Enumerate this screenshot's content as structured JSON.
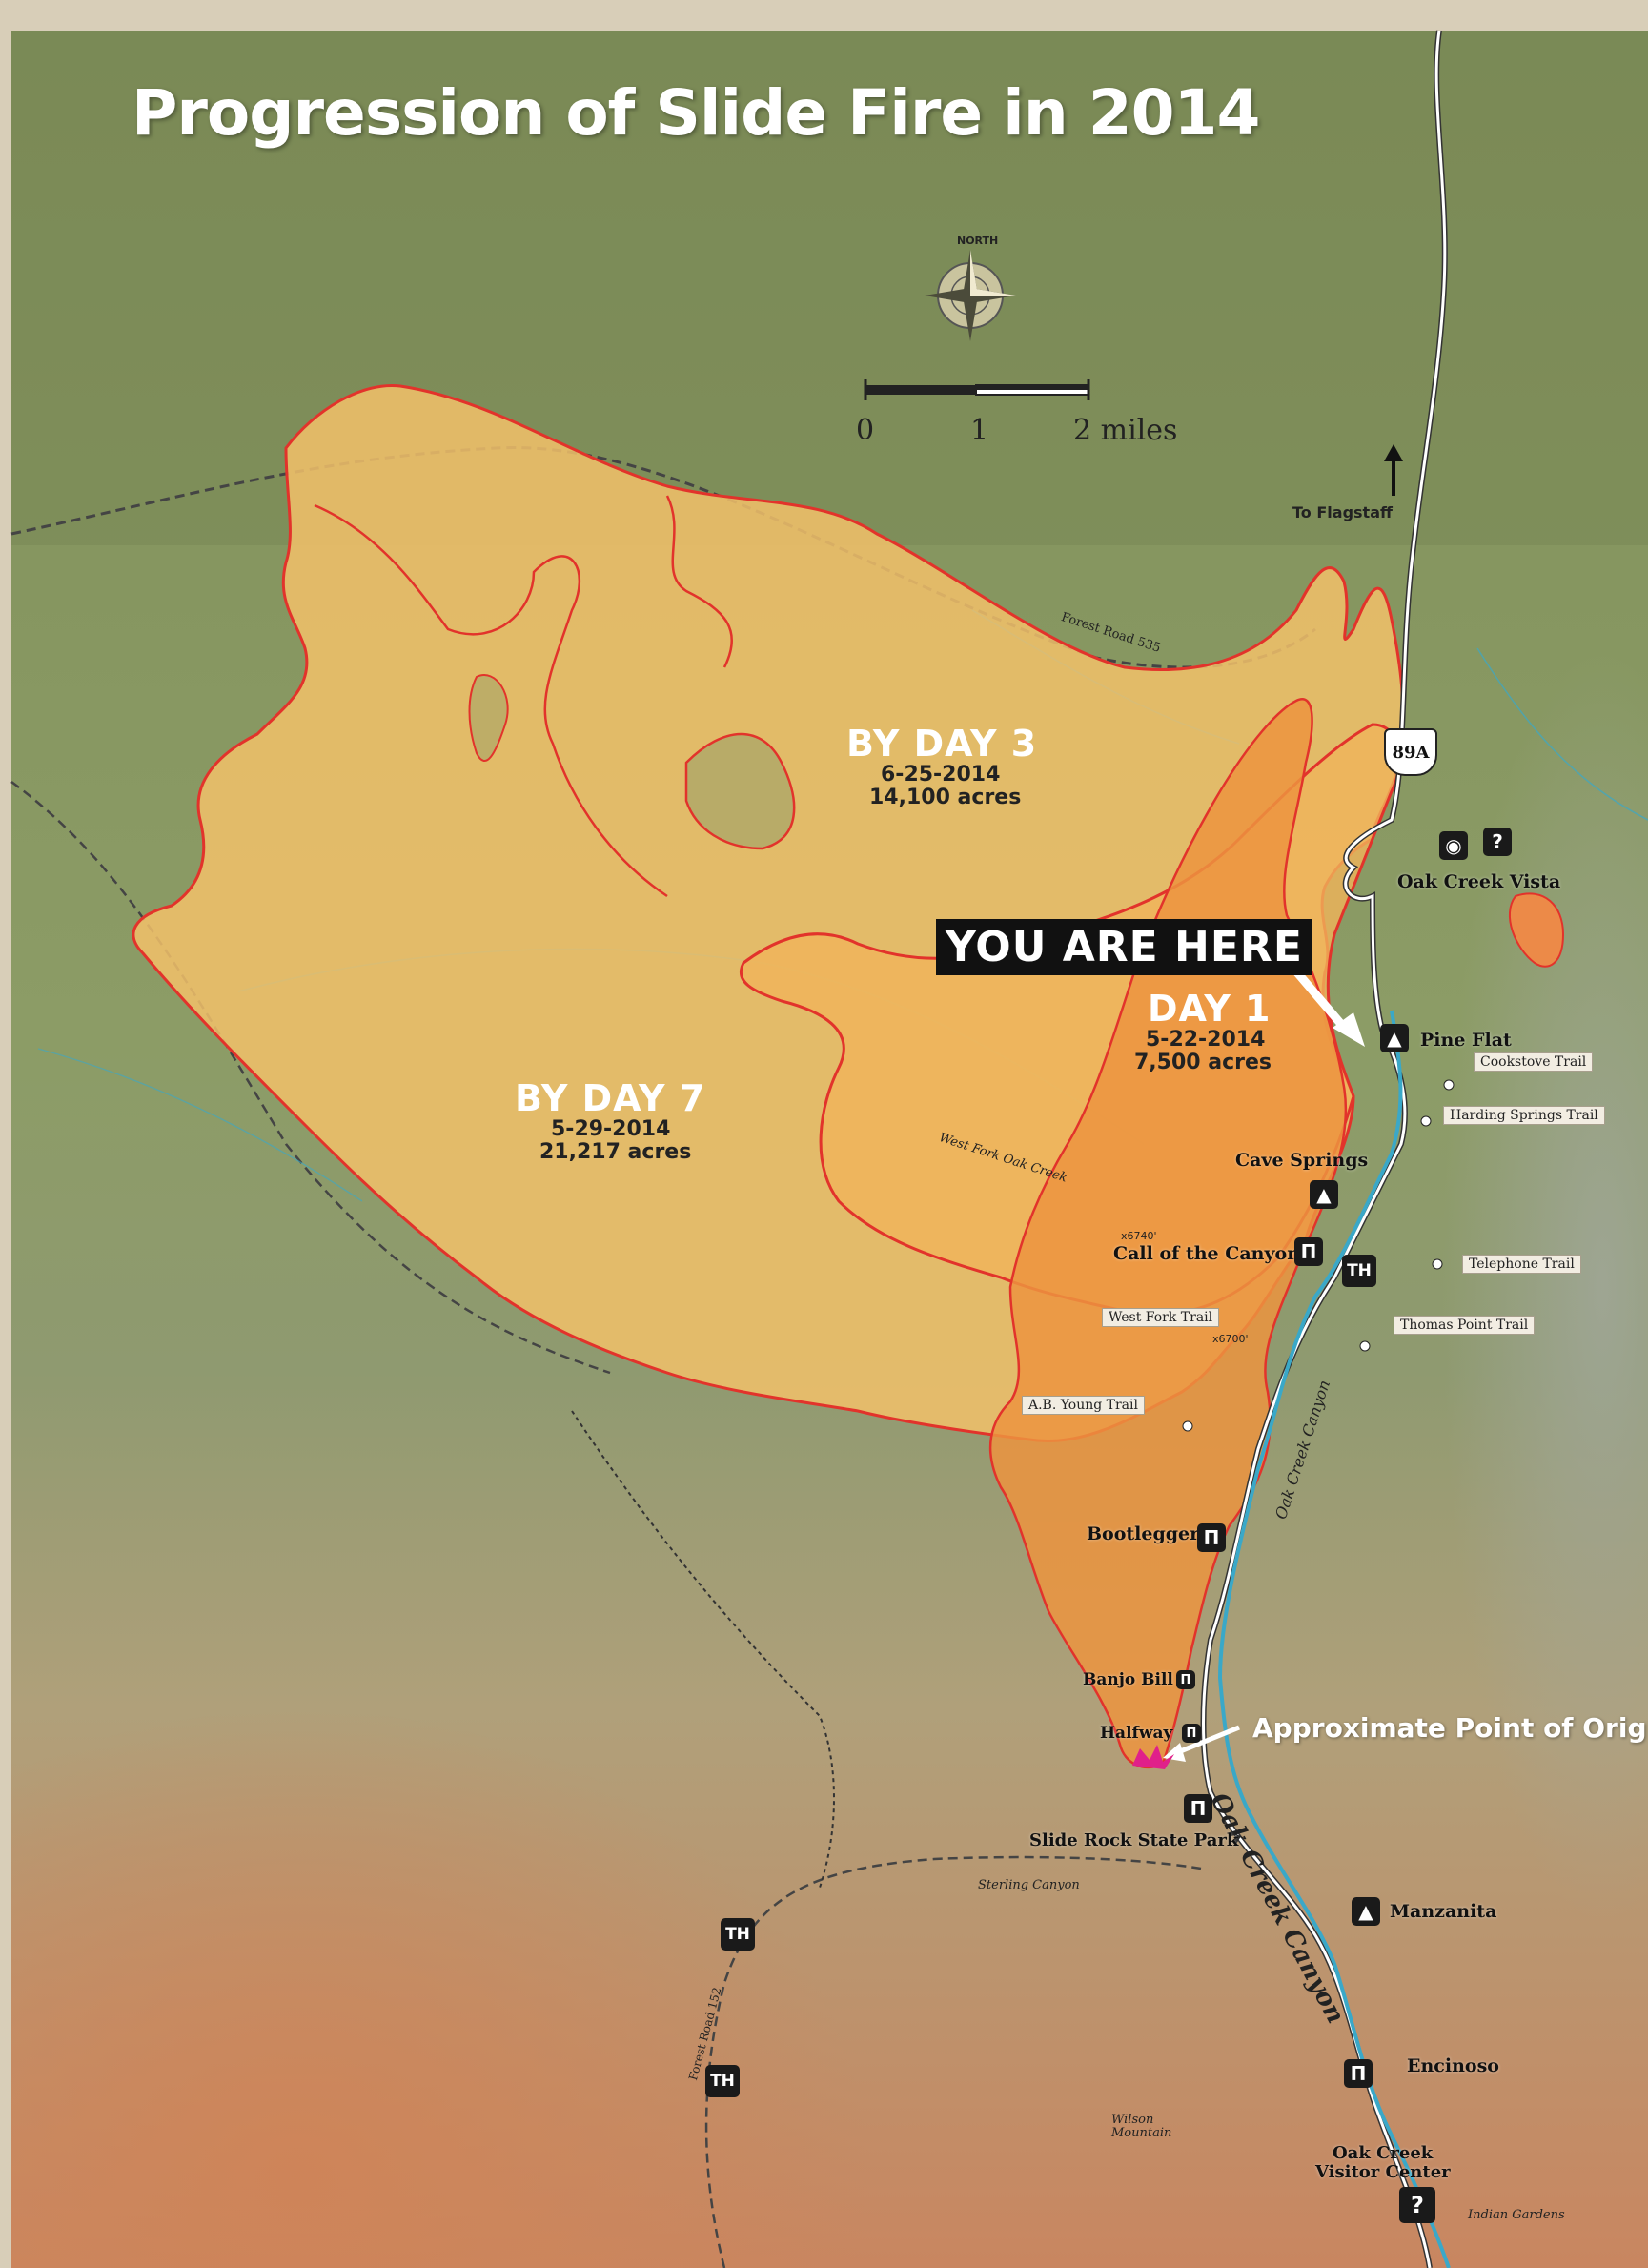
{
  "map": {
    "title": "Progression of Slide Fire in 2014",
    "scale_bar": {
      "labels": [
        "0",
        "1",
        "2 miles"
      ]
    },
    "compass_label": "NORTH",
    "fire_zones": [
      {
        "id": "day7",
        "label": "BY DAY 7",
        "date": "5-29-2014",
        "acres": "21,217 acres",
        "color": "#f2c16a"
      },
      {
        "id": "day3",
        "label": "BY DAY 3",
        "date": "6-25-2014",
        "acres": "14,100 acres",
        "color": "#f0b45a"
      },
      {
        "id": "day1",
        "label": "DAY 1",
        "date": "5-22-2014",
        "acres": "7,500 acres",
        "color": "#ec9440"
      }
    ],
    "you_are_here": "YOU ARE HERE",
    "origin_label": "Approximate Point of Orig",
    "highway": "89A",
    "to_flagstaff": "To Flagstaff",
    "roads": {
      "forest_road_535": "Forest Road 535",
      "forest_road_152": "Forest Road 152"
    },
    "places": {
      "oak_creek_vista": "Oak Creek Vista",
      "pine_flat": "Pine Flat",
      "cave_springs": "Cave Springs",
      "call_of_the_canyon": "Call of the Canyon",
      "bootlegger": "Bootlegger",
      "banjo_bill": "Banjo Bill",
      "halfway": "Halfway",
      "slide_rock": "Slide Rock State Park",
      "manzanita": "Manzanita",
      "encinoso": "Encinoso",
      "visitor_center_1": "Oak Creek",
      "visitor_center_2": "Visitor Center"
    },
    "trails": {
      "cookstove": "Cookstove Trail",
      "harding": "Harding Springs Trail",
      "telephone": "Telephone Trail",
      "thomas_point": "Thomas Point Trail",
      "west_fork": "West Fork Trail",
      "ab_young": "A.B. Young Trail"
    },
    "features": {
      "oak_creek_canyon": "Oak Creek Canyon",
      "oak_creek_canyon_small": "Oak Creek Canyon",
      "west_fork_oak_creek": "West Fork Oak Creek",
      "sterling_canyon": "Sterling Canyon",
      "wilson_mountain_1": "Wilson",
      "wilson_mountain_2": "Mountain",
      "indian_gardens": "Indian Gardens",
      "elev_6740": "x6740'",
      "elev_6700": "x6700'"
    },
    "icons": {
      "th": "TH",
      "info": "?",
      "camp": "▲",
      "picnic": "Π",
      "camera": "◉"
    },
    "colors": {
      "plateau_green": "#8a9a63",
      "canyon_orange": "#d0906a",
      "fire_outline": "#e2332b",
      "river": "#3aa8c8",
      "origin_marker": "#e0208a"
    }
  }
}
